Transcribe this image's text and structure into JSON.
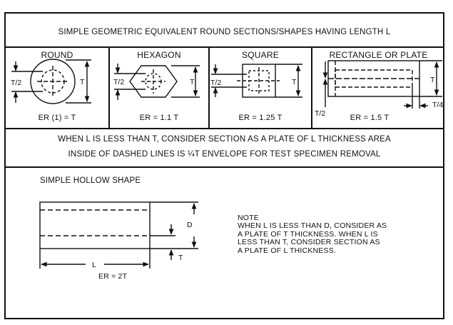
{
  "title": "SIMPLE GEOMETRIC EQUIVALENT ROUND SECTIONS/SHAPES HAVING LENGTH L",
  "shapes": [
    {
      "name": "ROUND",
      "er": "ER (1) = T",
      "labels": [
        "T/2",
        "T"
      ]
    },
    {
      "name": "HEXAGON",
      "er": "ER = 1.1 T",
      "labels": [
        "T/2",
        "T"
      ]
    },
    {
      "name": "SQUARE",
      "er": "ER = 1.25 T",
      "labels": [
        "T/2",
        "T"
      ]
    },
    {
      "name": "RECTANGLE OR PLATE",
      "er": "ER = 1.5 T",
      "labels": [
        "T/2",
        "T",
        "T/4"
      ]
    }
  ],
  "conditions": [
    "WHEN L IS LESS THAN T, CONSIDER SECTION AS A PLATE OF L THICKNESS AREA",
    "INSIDE OF DASHED LINES IS ¼T ENVELOPE FOR TEST SPECIMEN REMOVAL"
  ],
  "hollow": {
    "title": "SIMPLE HOLLOW SHAPE",
    "labels": {
      "d": "D",
      "t": "T",
      "l": "L"
    },
    "er": "ER = 2T"
  },
  "note": {
    "heading": "NOTE",
    "text": "WHEN L IS LESS THAN D, CONSIDER AS\nA PLATE OF T THICKNESS. WHEN L IS\nLESS THAN T, CONSIDER SECTION AS\nA PLATE OF L THICKNESS."
  }
}
